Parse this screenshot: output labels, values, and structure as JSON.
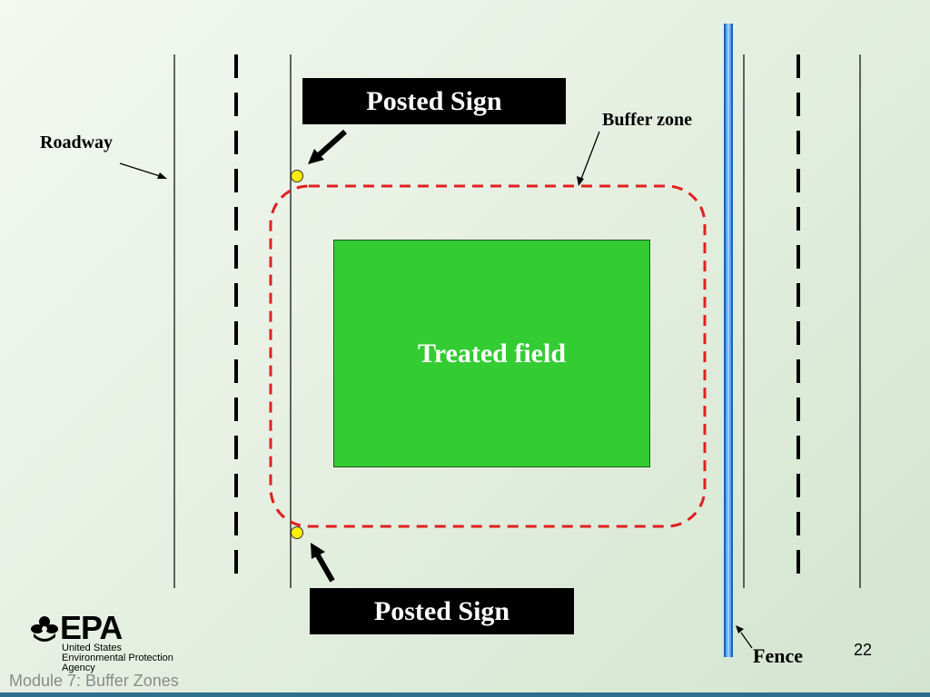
{
  "signs": {
    "top_label": "Posted Sign",
    "bottom_label": "Posted Sign"
  },
  "labels": {
    "roadway": "Roadway",
    "buffer_zone": "Buffer zone",
    "fence": "Fence"
  },
  "field": {
    "label": "Treated field",
    "color": "#33cc33"
  },
  "colors": {
    "buffer_zone_line": "#e02020",
    "fence": "#3a8ee6",
    "marker": "#ffee00",
    "sign_background": "#000000",
    "footer_bar": "#2e6f8e"
  },
  "footer": {
    "page_number": "22",
    "module": "Module 7: Buffer Zones"
  },
  "logo": {
    "wordmark": "EPA",
    "agency_lines": [
      "United States",
      "Environmental Protection",
      "Agency"
    ]
  }
}
